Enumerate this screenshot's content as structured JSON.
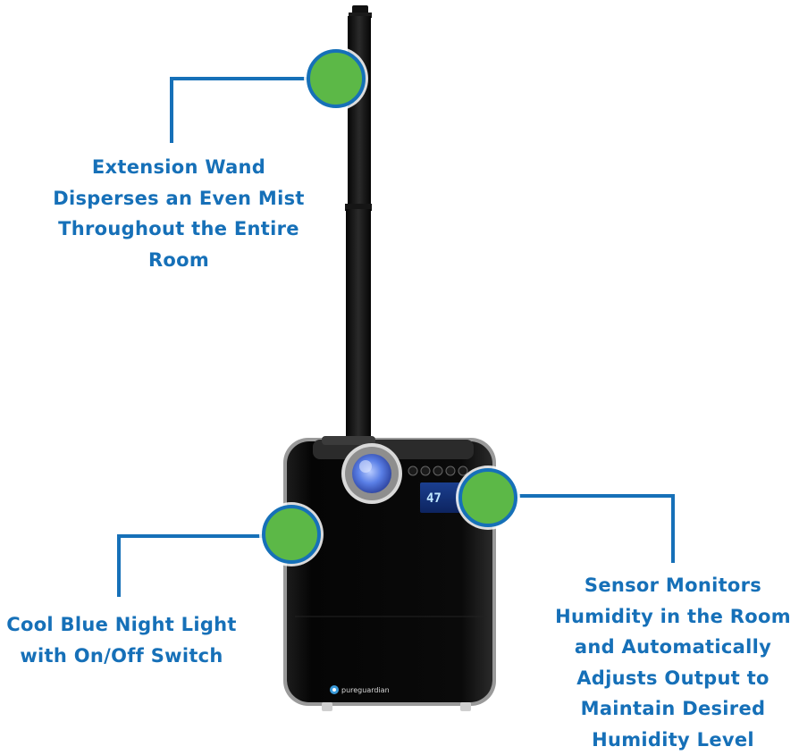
{
  "callouts": {
    "wand": "Extension Wand\nDisperses an Even Mist\nThroughout the Entire\nRoom",
    "light": "Cool Blue Night Light\nwith On/Off Switch",
    "sensor": "Sensor Monitors\nHumidity in the Room\nand Automatically\nAdjusts Output to\nMaintain Desired\nHumidity Level"
  },
  "product": {
    "brand": "pureguardian",
    "display_reading": "47"
  },
  "colors": {
    "caption": "#1670b8",
    "leader_line": "#1670b8",
    "marker_fill": "#5cb847",
    "marker_ring": "#1670b8",
    "body": "#0b0b0b",
    "night_light": "#5a7fe6"
  }
}
